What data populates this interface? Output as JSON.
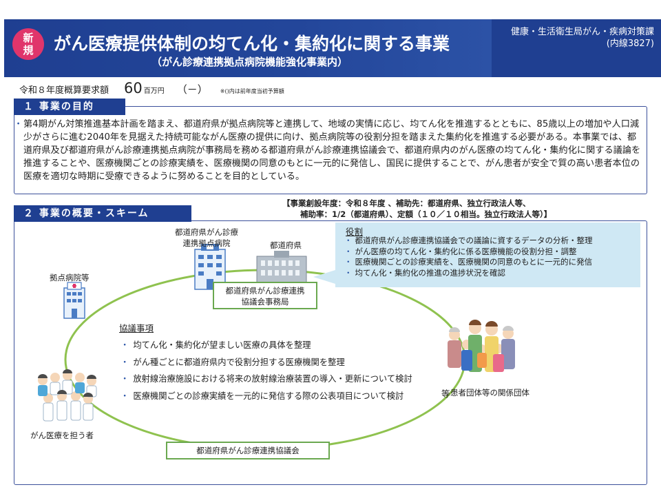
{
  "header": {
    "badge": "新規",
    "title": "がん医療提供体制の均てん化・集約化に関する事業",
    "subtitle": "（がん診療連携拠点病院機能強化事業内）",
    "dept_line1": "健康・生活衛生局がん・疾病対策課",
    "dept_line2": "(内線3827)"
  },
  "budget": {
    "label": "令和８年度概算要求額",
    "amount": "60",
    "unit": "百万円",
    "prev": "（－）",
    "note": "※()内は前年度当初予算額"
  },
  "section1": {
    "title": "１ 事業の目的",
    "text": "第4期がん対策推進基本計画を踏まえ、都道府県が拠点病院等と連携して、地域の実情に応じ、均てん化を推進するとともに、85歳以上の増加や人口減少がさらに進む2040年を見据えた持続可能ながん医療の提供に向け、拠点病院等の役割分担を踏まえた集約化を推進する必要がある。本事業では、都道府県及び都道府県がん診療連携拠点病院が事務局を務める都道府県がん診療連携協議会で、都道府県内のがん医療の均てん化・集約化に関する議論を推進することや、医療機関ごとの診療実績を、医療機関の同意のもとに一元的に発信し、国民に提供することで、がん患者が安全で質の高い患者本位の医療を適切な時期に受療できるように努めることを目的としている。"
  },
  "section2": {
    "title": "２ 事業の概要・スキーム",
    "note_line1": "【事業創設年度：令和８年度 、補助先：都道府県、独立行政法人等、",
    "note_line2": "補助率：1/2（都道府県）、定額（１０／１０相当。独立行政法人等）】",
    "roles_title": "役割",
    "roles": [
      "都道府県がん診療連携協議会での議論に資するデータの分析・整理",
      "がん医療の均てん化・集約化に係る医療機能の役割分担・調整",
      "医療機関ごとの診療実績を、医療機関の同意のもとに一元的に発信",
      "均てん化・集約化の推進の進捗状況を確認"
    ],
    "label_base_hospital_1": "都道府県がん診療",
    "label_base_hospital_2": "連携拠点病院",
    "label_prefecture": "都道府県",
    "label_hospitals": "拠点病院等",
    "office_line1": "都道府県がん診療連携",
    "office_line2": "協議会事務局",
    "agenda_title": "協議事項",
    "agenda": [
      "均てん化・集約化が望ましい医療の具体を整理",
      "がん種ごとに都道府県内で役割分担する医療機関を整理",
      "放射線治療施設における将来の放射線治療装置の導入・更新について検討",
      "医療機関ごとの診療実績を一元的に発信する際の公表項目について検討"
    ],
    "etc": "等",
    "label_patients": "患者団体等の関係団体",
    "label_providers": "がん医療を担う者",
    "council": "都道府県がん診療連携協議会"
  },
  "colors": {
    "header_blue": "#1f3f91",
    "badge_pink": "#e0356b",
    "roles_bg": "#cfe8f4",
    "cycle_green": "#8fc24f"
  }
}
